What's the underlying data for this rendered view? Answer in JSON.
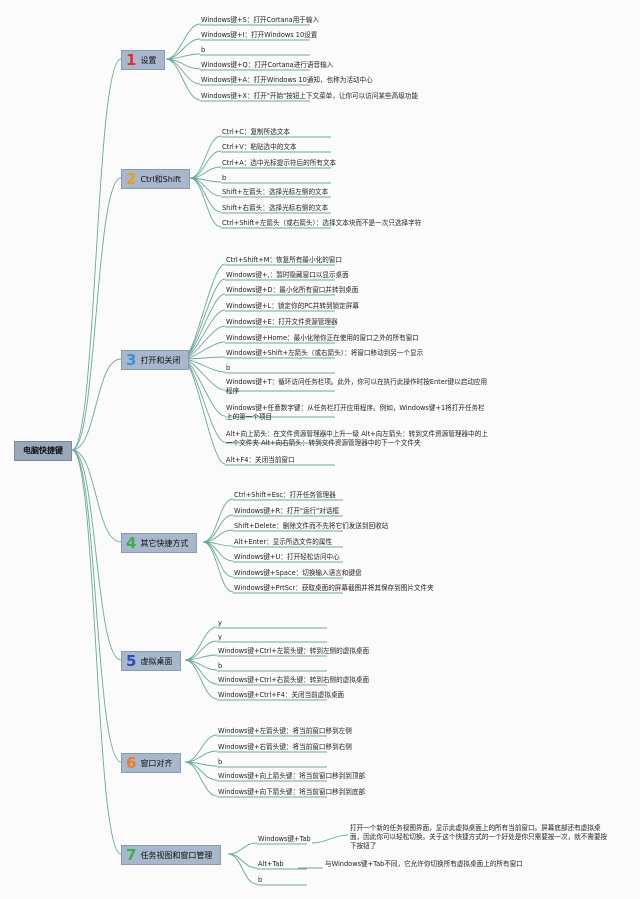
{
  "root": {
    "label": "电脑快捷键"
  },
  "colors": {
    "line": "#6aa89a",
    "box": "#a8b7cb",
    "num": [
      "#e03030",
      "#e8a020",
      "#3a8fd8",
      "#3cb048",
      "#2d4fb8",
      "#f07a30",
      "#3cb048"
    ]
  },
  "topics": [
    {
      "num": "1",
      "label": "设置",
      "items": [
        "Windows键+S：打开Cortana用于输入",
        "Windows键+I：打开Windows 10设置",
        "b",
        "Windows键+Q：打开Cortana进行语音输入",
        "Windows键+A：打开Windows 10通知，也称为活动中心",
        "Windows键+X：打开\"开始\"按钮上下文菜单，让你可以访问某些高级功能"
      ]
    },
    {
      "num": "2",
      "label": "Ctrl和Shift",
      "items": [
        "Ctrl+C：复制所选文本",
        "Ctrl+V：粘贴选中的文本",
        "Ctrl+A：选中光标提示符后的所有文本",
        "b",
        "Shift+左箭头：选择光标左侧的文本",
        "Shift+右箭头：选择光标右侧的文本",
        "Ctrl+Shift+左箭头（或右箭头）：选择文本块而不是一次只选择字符"
      ]
    },
    {
      "num": "3",
      "label": "打开和关闭",
      "items": [
        "Ctrl+Shift+M：恢复所有最小化的窗口",
        "Windows键+,：暂时隐藏窗口以显示桌面",
        "Windows键+D：最小化所有窗口并转到桌面",
        "Windows键+L：锁定你的PC并转到锁定屏幕",
        "Windows键+E：打开文件资源管理器",
        "Windows键+Home：最小化除你正在使用的窗口之外的所有窗口",
        "Windows键+Shift+左箭头（或右箭头）：将窗口移动到另一个显示",
        "b",
        "Windows键+T：循环访问任务栏项。此外，你可以在执行此操作时按Enter键以启动应用程序",
        "Windows键+任意数字键：从任务栏打开应用程序。例如，Windows键+1将打开任务栏上的第一个项目",
        "Alt+向上箭头：在文件资源管理器中上升一级 Alt+向左箭头：转到文件资源管理器中的上一个文件夹 Alt+向右箭头：转到文件资源管理器中的下一个文件夹",
        "Alt+F4：关闭当前窗口"
      ]
    },
    {
      "num": "4",
      "label": "其它快捷方式",
      "items": [
        "Ctrl+Shift+Esc：打开任务管理器",
        "Windows键+R：打开\"运行\"对话框",
        "Shift+Delete：删除文件而不先将它们发送到回收站",
        "Alt+Enter：显示所选文件的属性",
        "Windows键+U：打开轻松访问中心",
        "Windows键+Space：切换输入语言和键盘",
        "Windows键+PrtScr：获取桌面的屏幕截图并将其保存到图片文件夹"
      ]
    },
    {
      "num": "5",
      "label": "虚拟桌面",
      "items": [
        "y",
        "y",
        "Windows键+Ctrl+左箭头键：转到左侧的虚拟桌面",
        "b",
        "Windows键+Ctrl+右箭头键：转到右侧的虚拟桌面",
        "Windows键+Ctrl+F4：关闭当前虚拟桌面"
      ]
    },
    {
      "num": "6",
      "label": "窗口对齐",
      "items": [
        "Windows键+左箭头键：将当前窗口移到左侧",
        "Windows键+右箭头键：将当前窗口移到右侧",
        "b",
        "Windows键+向上箭头键：将当前窗口移到到顶部",
        "Windows键+向下箭头键：将当前窗口移到到底部"
      ]
    },
    {
      "num": "7",
      "label": "任务视图和窗口管理",
      "items": [
        "Windows键+Tab",
        "Alt+Tab",
        "b"
      ],
      "details": [
        "打开一个新的任务视图界面，显示此虚拟桌面上的所有当前窗口。屏幕底部还有虚拟桌面，因此你可以轻松切换。关于这个快捷方式的一个好处是你只需要按一次，就不需要按下按钮了",
        "与Windows键+Tab不同，它允许你切换所有虚拟桌面上的所有窗口"
      ]
    }
  ]
}
